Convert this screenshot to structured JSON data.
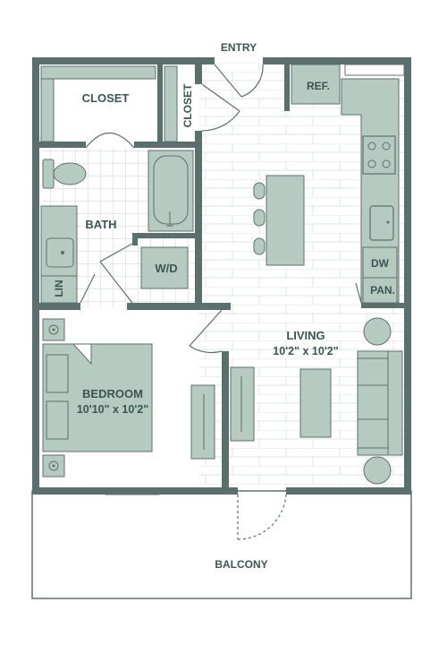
{
  "rooms": {
    "entry": "ENTRY",
    "closet_main": "CLOSET",
    "closet_side": "CLOSET",
    "refrigerator": "REF.",
    "bath": "BATH",
    "washer_dryer": "W/D",
    "linen": "LIN",
    "dishwasher": "DW",
    "pantry": "PAN.",
    "living_name": "LIVING",
    "living_size": "10'2\" x 10'2\"",
    "bedroom_name": "BEDROOM",
    "bedroom_size": "10'10\" x 10'2\"",
    "balcony": "BALCONY"
  },
  "colors": {
    "wall": "#5b706c",
    "fixture_fill": "#b5cbc2",
    "fixture_stroke": "#5b706c",
    "tile_line": "#c9d3cf",
    "floor_line": "#dde4e1",
    "text": "#3d5552"
  }
}
